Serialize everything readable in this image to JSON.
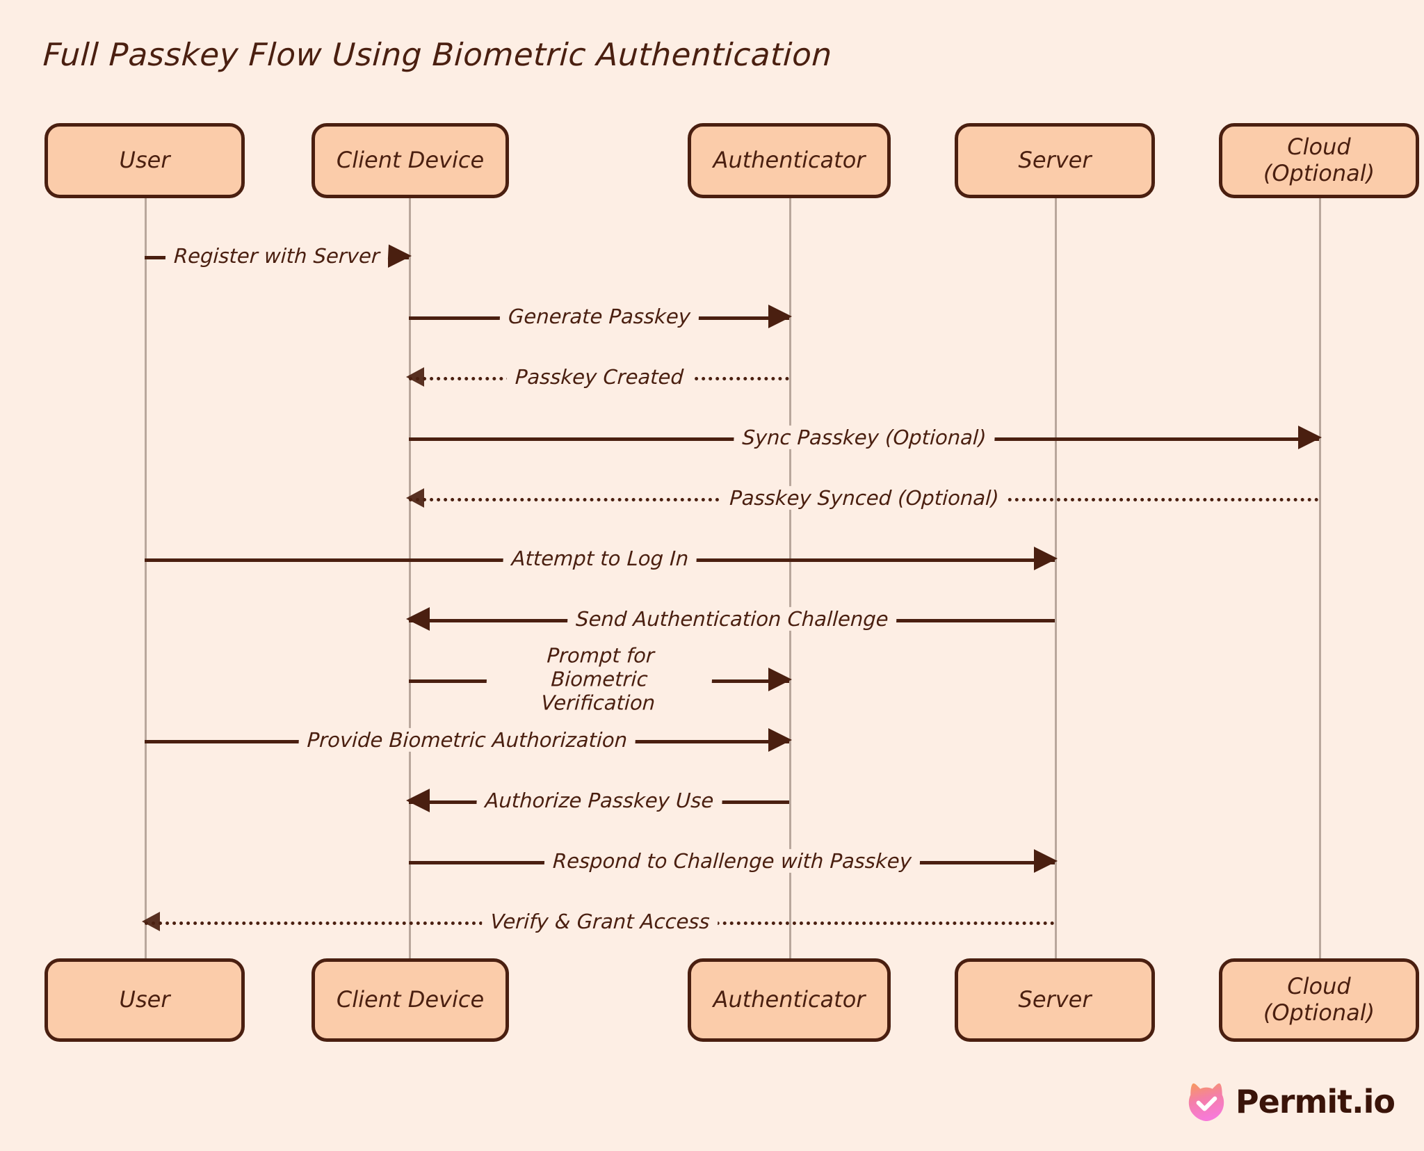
{
  "title": "Full Passkey Flow Using Biometric Authentication",
  "colors": {
    "background": "#fdeee4",
    "box_fill": "#fbccaa",
    "stroke": "#4a1f10",
    "lifeline": "#b9a79c",
    "logo_pink": "#f47fd0",
    "logo_orange": "#f9a86a"
  },
  "participants": [
    {
      "id": "user",
      "name": "User",
      "sub": ""
    },
    {
      "id": "client-device",
      "name": "Client Device",
      "sub": ""
    },
    {
      "id": "authenticator",
      "name": "Authenticator",
      "sub": ""
    },
    {
      "id": "server",
      "name": "Server",
      "sub": ""
    },
    {
      "id": "cloud",
      "name": "Cloud",
      "sub": "(Optional)"
    }
  ],
  "messages": [
    {
      "index": 1,
      "label": "Register with Server",
      "from": "user",
      "to": "client-device",
      "style": "solid",
      "direction": "right"
    },
    {
      "index": 2,
      "label": "Generate Passkey",
      "from": "client-device",
      "to": "authenticator",
      "style": "solid",
      "direction": "right"
    },
    {
      "index": 3,
      "label": "Passkey Created",
      "from": "authenticator",
      "to": "client-device",
      "style": "dotted",
      "direction": "left"
    },
    {
      "index": 4,
      "label": "Sync Passkey (Optional)",
      "from": "client-device",
      "to": "cloud",
      "style": "solid",
      "direction": "right"
    },
    {
      "index": 5,
      "label": "Passkey Synced (Optional)",
      "from": "cloud",
      "to": "client-device",
      "style": "dotted",
      "direction": "left"
    },
    {
      "index": 6,
      "label": "Attempt to Log In",
      "from": "user",
      "to": "server",
      "style": "solid",
      "direction": "right"
    },
    {
      "index": 7,
      "label": "Send Authentication Challenge",
      "from": "server",
      "to": "client-device",
      "style": "solid",
      "direction": "left"
    },
    {
      "index": 8,
      "label": "Prompt for Biometric Verification",
      "from": "client-device",
      "to": "authenticator",
      "style": "solid",
      "direction": "right"
    },
    {
      "index": 9,
      "label": "Provide Biometric Authorization",
      "from": "user",
      "to": "authenticator",
      "style": "solid",
      "direction": "right"
    },
    {
      "index": 10,
      "label": "Authorize Passkey Use",
      "from": "authenticator",
      "to": "client-device",
      "style": "solid",
      "direction": "left"
    },
    {
      "index": 11,
      "label": "Respond to Challenge with Passkey",
      "from": "client-device",
      "to": "server",
      "style": "solid",
      "direction": "right"
    },
    {
      "index": 12,
      "label": "Verify & Grant Access",
      "from": "server",
      "to": "user",
      "style": "dotted",
      "direction": "left"
    }
  ],
  "logo": {
    "text": "Permit.io",
    "mark": "permit-cat-check-icon"
  }
}
